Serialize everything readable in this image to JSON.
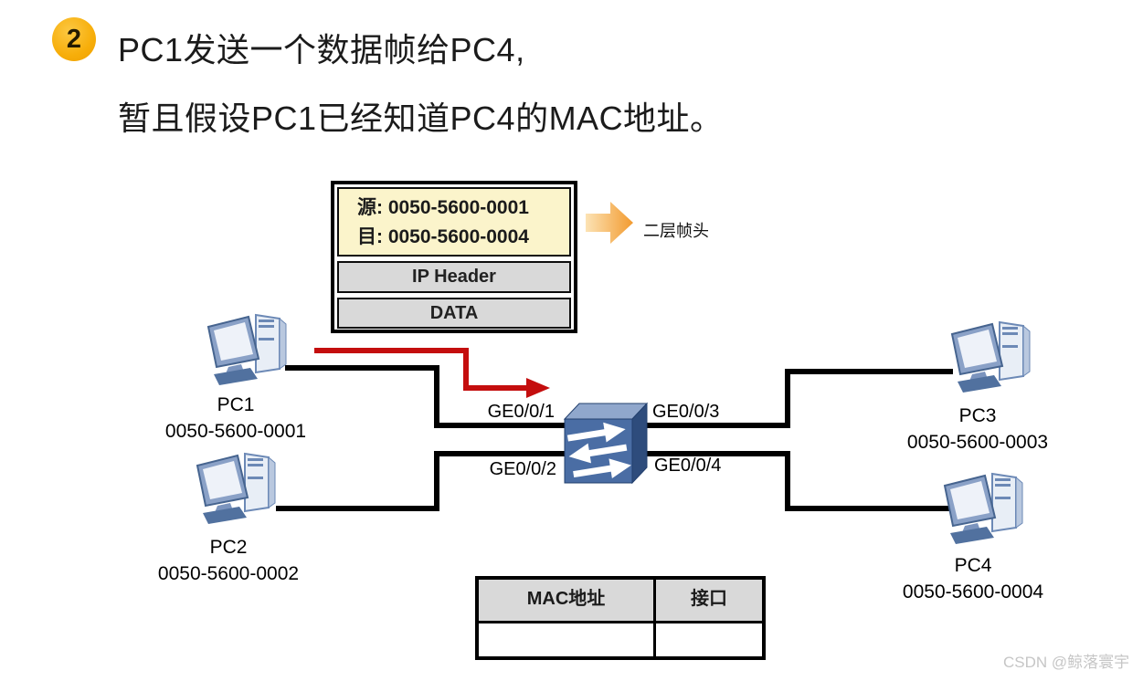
{
  "slide": {
    "step_badge": "2",
    "title_line1": "PC1发送一个数据帧给PC4,",
    "title_line2": "暂且假设PC1已经知道PC4的MAC地址。"
  },
  "frame": {
    "source_line": "源: 0050-5600-0001",
    "dest_line": "目: 0050-5600-0004",
    "ip_header": "IP Header",
    "data": "DATA",
    "callout": "二层帧头"
  },
  "network": {
    "switch_ports": [
      {
        "id": "ge0-0-1",
        "label": "GE0/0/1"
      },
      {
        "id": "ge0-0-2",
        "label": "GE0/0/2"
      },
      {
        "id": "ge0-0-3",
        "label": "GE0/0/3"
      },
      {
        "id": "ge0-0-4",
        "label": "GE0/0/4"
      }
    ],
    "pcs": [
      {
        "name": "PC1",
        "mac": "0050-5600-0001"
      },
      {
        "name": "PC2",
        "mac": "0050-5600-0002"
      },
      {
        "name": "PC3",
        "mac": "0050-5600-0003"
      },
      {
        "name": "PC4",
        "mac": "0050-5600-0004"
      }
    ]
  },
  "mac_table": {
    "headers": [
      "MAC地址",
      "接口"
    ],
    "rows": [
      [
        "",
        ""
      ]
    ]
  },
  "watermark": "CSDN @鲸落寰宇",
  "colors": {
    "badge_orange": "#F7AE0A",
    "arrow_red": "#C40E0E",
    "frame_yellow": "#FBF4CB",
    "section_gray": "#D9D9D9",
    "switch_front_blue": "#4A6DA4",
    "switch_top_blue": "#90A7CC",
    "switch_side_blue": "#2E4C7C",
    "callout_arrow_orange": "#F29A2F",
    "cable_black": "#000000"
  }
}
